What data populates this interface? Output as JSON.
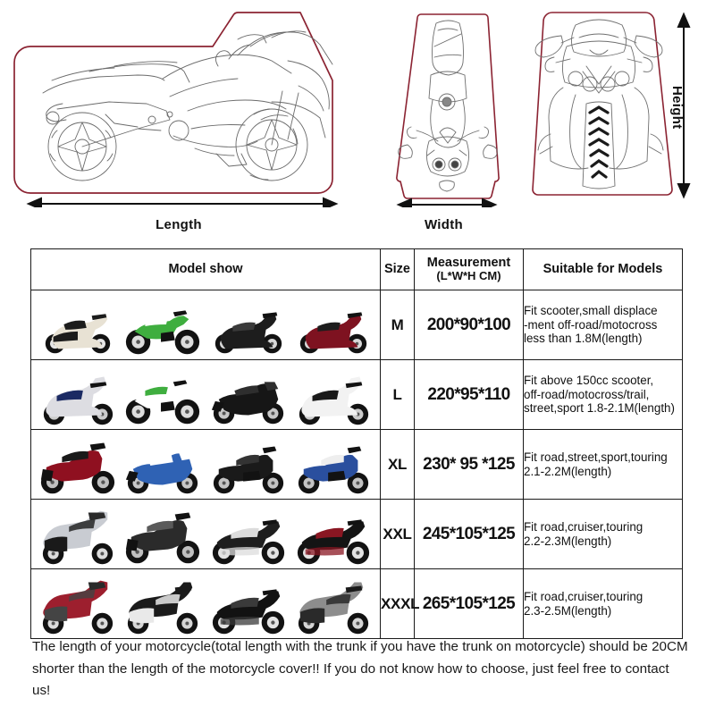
{
  "diagram": {
    "cover_outline_color": "#8B2332",
    "bike_line_color": "#5a5a5a",
    "views": [
      {
        "name": "side-view",
        "dimension_label": "Length"
      },
      {
        "name": "top-view",
        "dimension_label": "Width"
      },
      {
        "name": "front-view",
        "dimension_label": "Height"
      }
    ],
    "length_label": "Length",
    "width_label": "Width",
    "height_label": "Height"
  },
  "table": {
    "headers": {
      "model": "Model show",
      "size": "Size",
      "measurement_line1": "Measurement",
      "measurement_line2": "(L*W*H CM)",
      "suitable": "Suitable for Models"
    },
    "rows": [
      {
        "size": "M",
        "measurement": "200*90*100",
        "suitable_lines": [
          "Fit scooter,small displace",
          "-ment off-road/motocross",
          "less than 1.8M(length)"
        ],
        "bikes": [
          {
            "type": "scooter-classic",
            "body": "#e8e2d4",
            "accent": "#1c1c1c"
          },
          {
            "type": "dirtbike",
            "body": "#3fae3f",
            "accent": "#ffffff"
          },
          {
            "type": "scooter-modern",
            "body": "#1d1d1d",
            "accent": "#3a3a3a"
          },
          {
            "type": "scooter-sport",
            "body": "#7e1220",
            "accent": "#1d1d1d"
          }
        ]
      },
      {
        "size": "L",
        "measurement": "220*95*110",
        "suitable_lines": [
          "Fit above 150cc scooter,",
          "off-road/motocross/trail,",
          "street,sport 1.8-2.1M(length)"
        ],
        "bikes": [
          {
            "type": "maxi-scooter",
            "body": "#dddde2",
            "accent": "#1b2a63"
          },
          {
            "type": "dirtbike",
            "body": "#ffffff",
            "accent": "#3fae3f"
          },
          {
            "type": "sportbike",
            "body": "#161616",
            "accent": "#2e2e2e"
          },
          {
            "type": "maxi-scooter",
            "body": "#f2f2f2",
            "accent": "#1a1a1a"
          }
        ]
      },
      {
        "size": "XL",
        "measurement": "230* 95 *125",
        "suitable_lines": [
          "Fit road,street,sport,touring",
          "2.1-2.2M(length)"
        ],
        "bikes": [
          {
            "type": "adventure",
            "body": "#8f1020",
            "accent": "#1a1a1a"
          },
          {
            "type": "sportbike",
            "body": "#2f62b4",
            "accent": "#ffffff"
          },
          {
            "type": "naked",
            "body": "#1a1a1a",
            "accent": "#333333"
          },
          {
            "type": "naked",
            "body": "#2a4f9e",
            "accent": "#eeeeee"
          }
        ]
      },
      {
        "size": "XXL",
        "measurement": "245*105*125",
        "suitable_lines": [
          "Fit road,cruiser,touring",
          "2.2-2.3M(length)"
        ],
        "bikes": [
          {
            "type": "tourer",
            "body": "#c9ccd2",
            "accent": "#1a1a1a"
          },
          {
            "type": "adventure",
            "body": "#2b2b2b",
            "accent": "#5a5a5a"
          },
          {
            "type": "cruiser",
            "body": "#1e1e1e",
            "accent": "#dcdcdc"
          },
          {
            "type": "cruiser",
            "body": "#141414",
            "accent": "#8a1622"
          }
        ]
      },
      {
        "size": "XXXL",
        "measurement": "265*105*125",
        "suitable_lines": [
          "Fit road,cruiser,touring",
          "2.3-2.5M(length)"
        ],
        "bikes": [
          {
            "type": "tourer",
            "body": "#9d1f2e",
            "accent": "#444444"
          },
          {
            "type": "bagger",
            "body": "#1b1b1b",
            "accent": "#e9e9e9"
          },
          {
            "type": "cruiser",
            "body": "#121212",
            "accent": "#3a3a3a"
          },
          {
            "type": "bagger",
            "body": "#8d8d8d",
            "accent": "#2a2a2a"
          }
        ]
      }
    ]
  },
  "note": {
    "line1": "The length of your motorcycle(total length with the trunk if you have the trunk on motorcycle)",
    "line2": "should be 20CM shorter than the length of the motorcycle cover!! If you do not know how to",
    "line3": "choose, just feel free to contact us!",
    "full": "The length of your motorcycle(total length with the trunk if you have the trunk on motorcycle) should be 20CM shorter than the length of the motorcycle cover!! If you do not know how to choose, just feel free to contact us!"
  }
}
